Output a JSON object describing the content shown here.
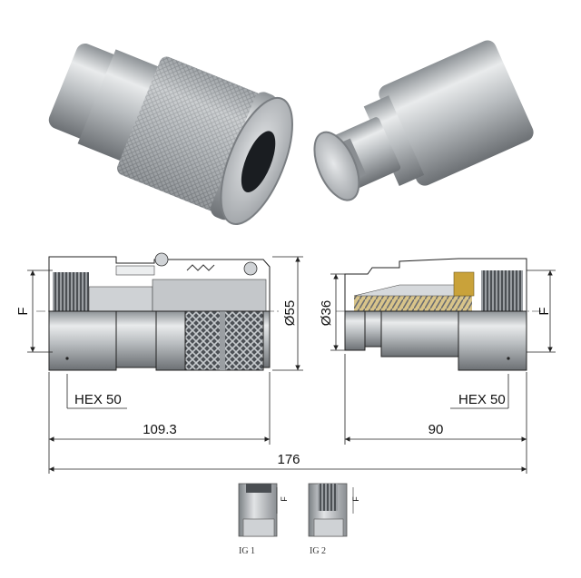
{
  "dimensions": {
    "coupler_body_diameter": "Ø55",
    "nipple_diameter": "Ø36",
    "thread_left": "F",
    "thread_right": "F",
    "hex_left": "HEX 50",
    "hex_right": "HEX 50",
    "coupler_length": "109.3",
    "nipple_length": "90",
    "overall_length": "176"
  },
  "variants": [
    {
      "label": "IG 1",
      "thread": "F"
    },
    {
      "label": "IG 2",
      "thread": "F"
    }
  ],
  "colors": {
    "steel_light": "#e6e7e8",
    "steel_mid": "#b5b8bb",
    "steel_dark": "#6f7377",
    "brass": "#c9a23a",
    "spring": "#8a8c8f",
    "line": "#222222"
  }
}
